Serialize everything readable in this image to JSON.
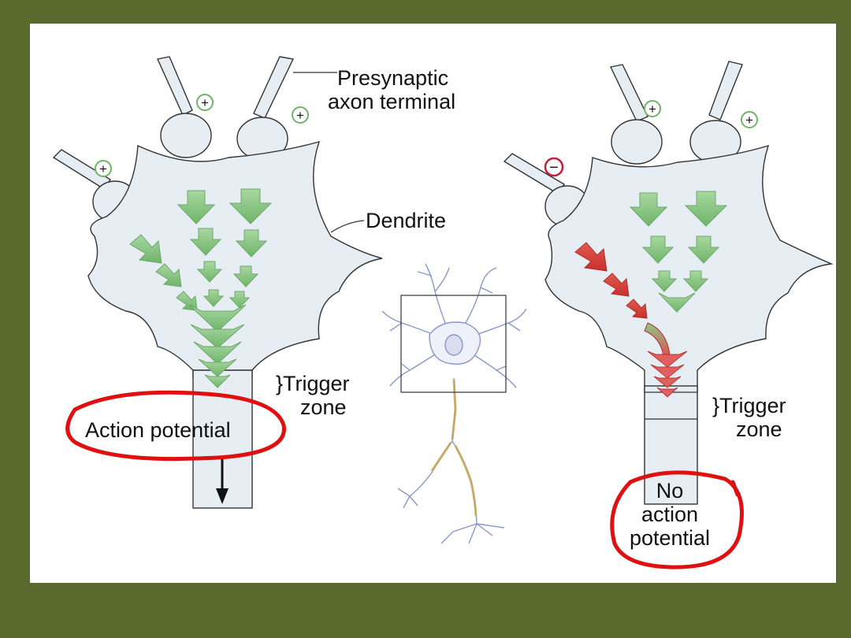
{
  "labels": {
    "presynaptic_line1": "Presynaptic",
    "presynaptic_line2": "axon terminal",
    "dendrite": "Dendrite",
    "trigger_left_line1": "}Trigger",
    "trigger_left_line2": "zone",
    "trigger_right_line1": "}Trigger",
    "trigger_right_line2": "zone",
    "action_potential": "Action potential",
    "no_ap_line1": "No",
    "no_ap_line2": "action",
    "no_ap_line3": "potential",
    "plus": "+",
    "minus": "−"
  },
  "colors": {
    "slide_background": "#5a6a2e",
    "panel": "#ffffff",
    "neuron_fill": "#e6eef4",
    "excitatory_arrow": "#8fc98a",
    "inhibitory_arrow": "#d9534f",
    "highlight_circle": "#e01010",
    "small_neuron": "#8a98c8",
    "myelin": "#c8a860"
  },
  "icons": {
    "excitatory": "plus-circle-icon",
    "inhibitory": "minus-circle-icon",
    "axon_direction": "down-arrow-icon"
  }
}
